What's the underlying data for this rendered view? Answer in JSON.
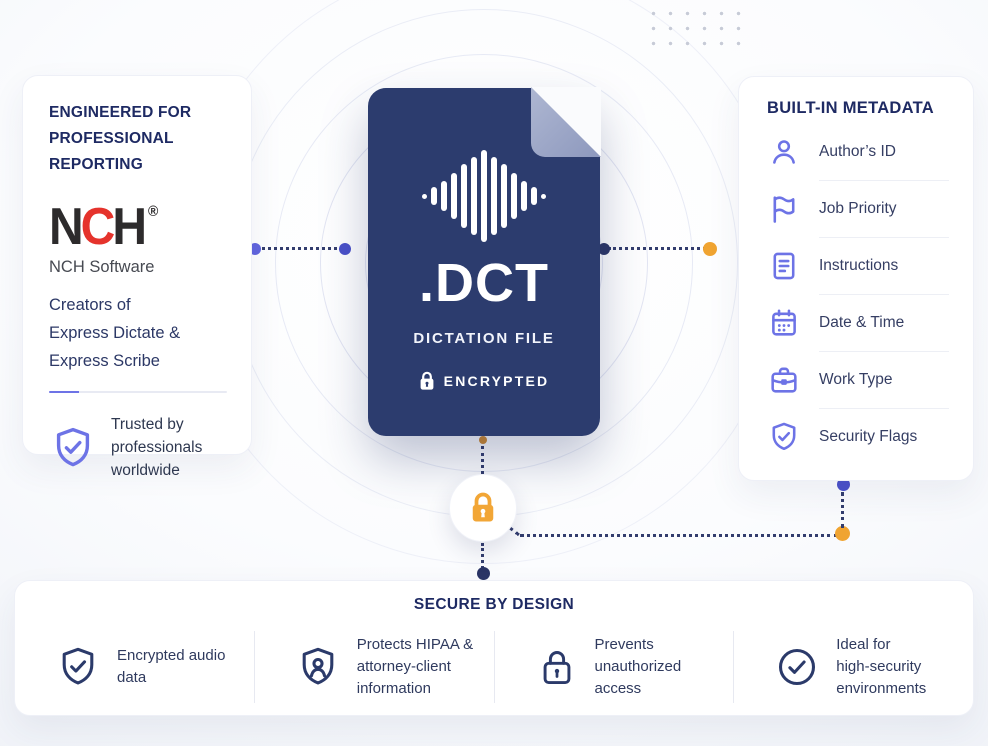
{
  "colors": {
    "navy_heading": "#1e2a63",
    "file_navy": "#2c3c6e",
    "fold_slate": "#9aa5c7",
    "accent_purple": "#6d73e6",
    "accent_orange": "#f2a636",
    "nch_red": "#e5332c",
    "nch_black": "#2d2b2c"
  },
  "left_card": {
    "title": "ENGINEERED FOR\nPROFESSIONAL REPORTING",
    "logo": {
      "n": "N",
      "c": "C",
      "h": "H",
      "registered": "®",
      "caption": "NCH Software"
    },
    "creators": "Creators of\nExpress Dictate &\nExpress Scribe",
    "trusted": "Trusted by\nprofessionals\nworldwide",
    "trusted_icon": "shield-check-icon"
  },
  "file_card": {
    "waveform_icon": "audio-waveform-icon",
    "extension": ".DCT",
    "kind": "DICTATION FILE",
    "badge": "ENCRYPTED",
    "badge_icon": "lock-icon"
  },
  "right_card": {
    "title": "BUILT-IN METADATA",
    "items": [
      {
        "icon": "user-icon",
        "label": "Author’s ID"
      },
      {
        "icon": "flag-icon",
        "label": "Job Priority"
      },
      {
        "icon": "document-icon",
        "label": "Instructions"
      },
      {
        "icon": "calendar-icon",
        "label": "Date & Time"
      },
      {
        "icon": "briefcase-icon",
        "label": "Work Type"
      },
      {
        "icon": "shield-check-icon",
        "label": "Security Flags"
      }
    ]
  },
  "lock_node": {
    "icon": "lock-icon"
  },
  "bottom_bar": {
    "title": "SECURE BY DESIGN",
    "items": [
      {
        "icon": "shield-check-icon",
        "label": "Encrypted audio\ndata"
      },
      {
        "icon": "shield-user-icon",
        "label": "Protects HIPAA &\nattorney-client\ninformation"
      },
      {
        "icon": "lock-icon",
        "label": "Prevents\nunauthorized\naccess"
      },
      {
        "icon": "circle-check-icon",
        "label": "Ideal for\nhigh-security\nenvironments"
      }
    ]
  }
}
